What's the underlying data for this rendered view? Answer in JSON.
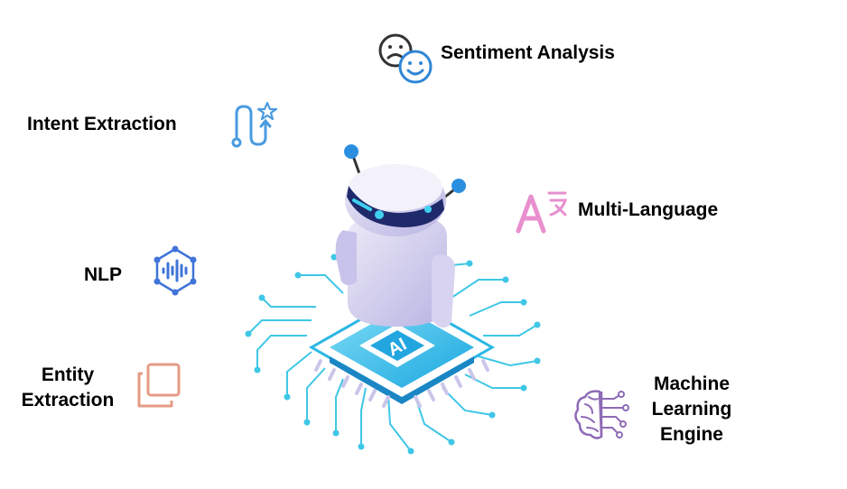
{
  "features": {
    "sentiment": {
      "label": "Sentiment Analysis",
      "icon": "sentiment-faces-icon",
      "color": "#2f86d6"
    },
    "intent": {
      "label": "Intent Extraction",
      "icon": "path-star-icon",
      "color": "#4a9be0"
    },
    "multilang": {
      "label": "Multi-Language",
      "icon": "translate-icon",
      "color": "#e88fcf"
    },
    "nlp": {
      "label": "NLP",
      "icon": "voice-network-icon",
      "color": "#3f74d8"
    },
    "entity": {
      "lines": [
        "Entity",
        "Extraction"
      ],
      "icon": "copy-squares-icon",
      "color": "#e49b84"
    },
    "ml": {
      "lines": [
        "Machine",
        "Learning",
        "Engine"
      ],
      "icon": "brain-circuit-icon",
      "color": "#8e6bb6"
    }
  },
  "chip": {
    "label": "AI"
  }
}
